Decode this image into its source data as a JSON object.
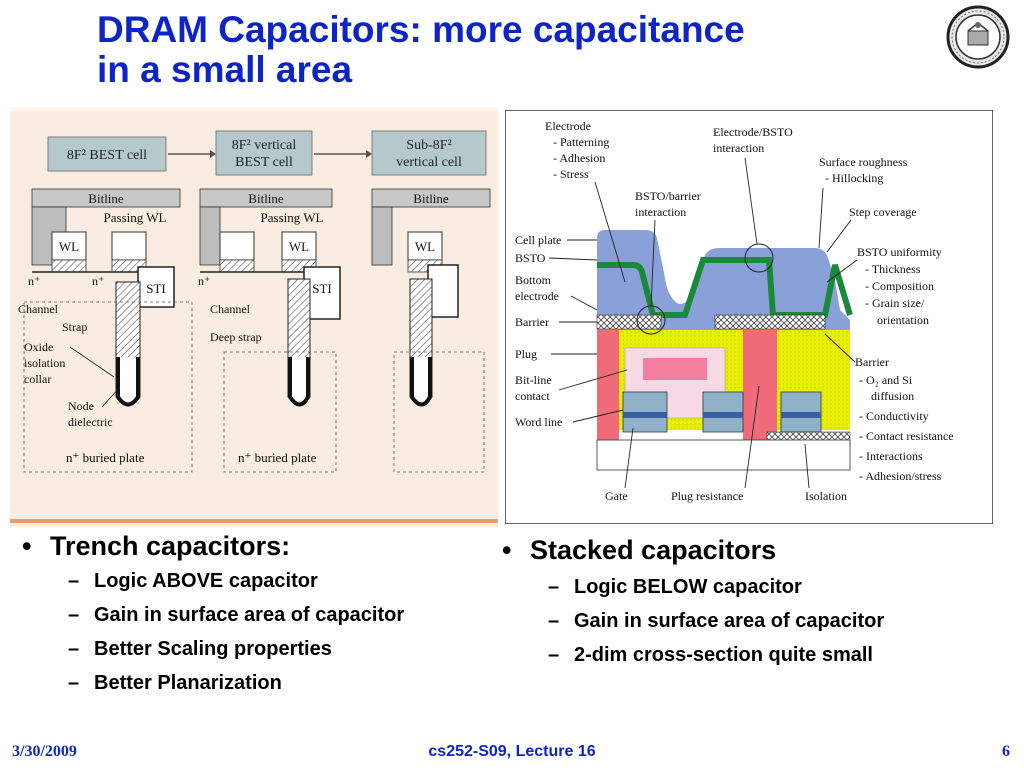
{
  "slide": {
    "title_line1": "DRAM Capacitors: more capacitance",
    "title_line2": "in a small area"
  },
  "trench_figure": {
    "headers": [
      "8F² BEST cell",
      "8F² vertical",
      "BEST cell",
      "Sub-8F²",
      "vertical cell"
    ],
    "bitline": "Bitline",
    "passing_wl": "Passing WL",
    "wl": "WL",
    "sti": "STI",
    "n_plus": "n⁺",
    "channel": "Channel",
    "strap": "Strap",
    "deep_strap": "Deep strap",
    "oxide_1": "Oxide",
    "oxide_2": "isolation",
    "oxide_3": "collar",
    "node_1": "Node",
    "node_2": "dielectric",
    "buried_plate": "n⁺ buried plate"
  },
  "stacked_figure": {
    "electrode": "Electrode",
    "electrode_items": [
      "- Patterning",
      "- Adhesion",
      "- Stress"
    ],
    "electrode_bsto_1": "Electrode/BSTO",
    "electrode_bsto_2": "interaction",
    "surface_roughness": "Surface roughness",
    "hillocking": "- Hillocking",
    "bsto_barrier_1": "BSTO/barrier",
    "bsto_barrier_2": "interaction",
    "step_coverage": "Step coverage",
    "bsto_uniformity": "BSTO uniformity",
    "uniformity_items": [
      "- Thickness",
      "- Composition",
      "- Grain size/",
      "  orientation"
    ],
    "left_labels": [
      "Cell plate",
      "BSTO",
      "Bottom",
      "electrode",
      "Barrier",
      "Plug",
      "Bit-line",
      "contact",
      "Word line"
    ],
    "barrier": "Barrier",
    "barrier_items": [
      "- O₂ and Si",
      "  diffusion",
      "- Conductivity",
      "- Contact resistance",
      "- Interactions",
      "- Adhesion/stress"
    ],
    "gate": "Gate",
    "plug_resistance": "Plug resistance",
    "isolation": "Isolation"
  },
  "left_bullets": {
    "main": "Trench capacitors:",
    "subs": [
      "Logic ABOVE capacitor",
      "Gain in surface area of capacitor",
      "Better Scaling properties",
      "Better Planarization"
    ]
  },
  "right_bullets": {
    "main": "Stacked capacitors",
    "subs": [
      "Logic BELOW capacitor",
      "Gain in surface area of capacitor",
      "2-dim cross-section quite small"
    ]
  },
  "footer": {
    "date": "3/30/2009",
    "course": "cs252-S09, Lecture 16",
    "page": "6"
  },
  "colors": {
    "title": "#0d24c7",
    "trench_bg": "#f9ece0",
    "plate": "#8aa0d8",
    "bsto": "#1a8a3a",
    "yellow": "#e8f000",
    "pink": "#f06b7a"
  }
}
